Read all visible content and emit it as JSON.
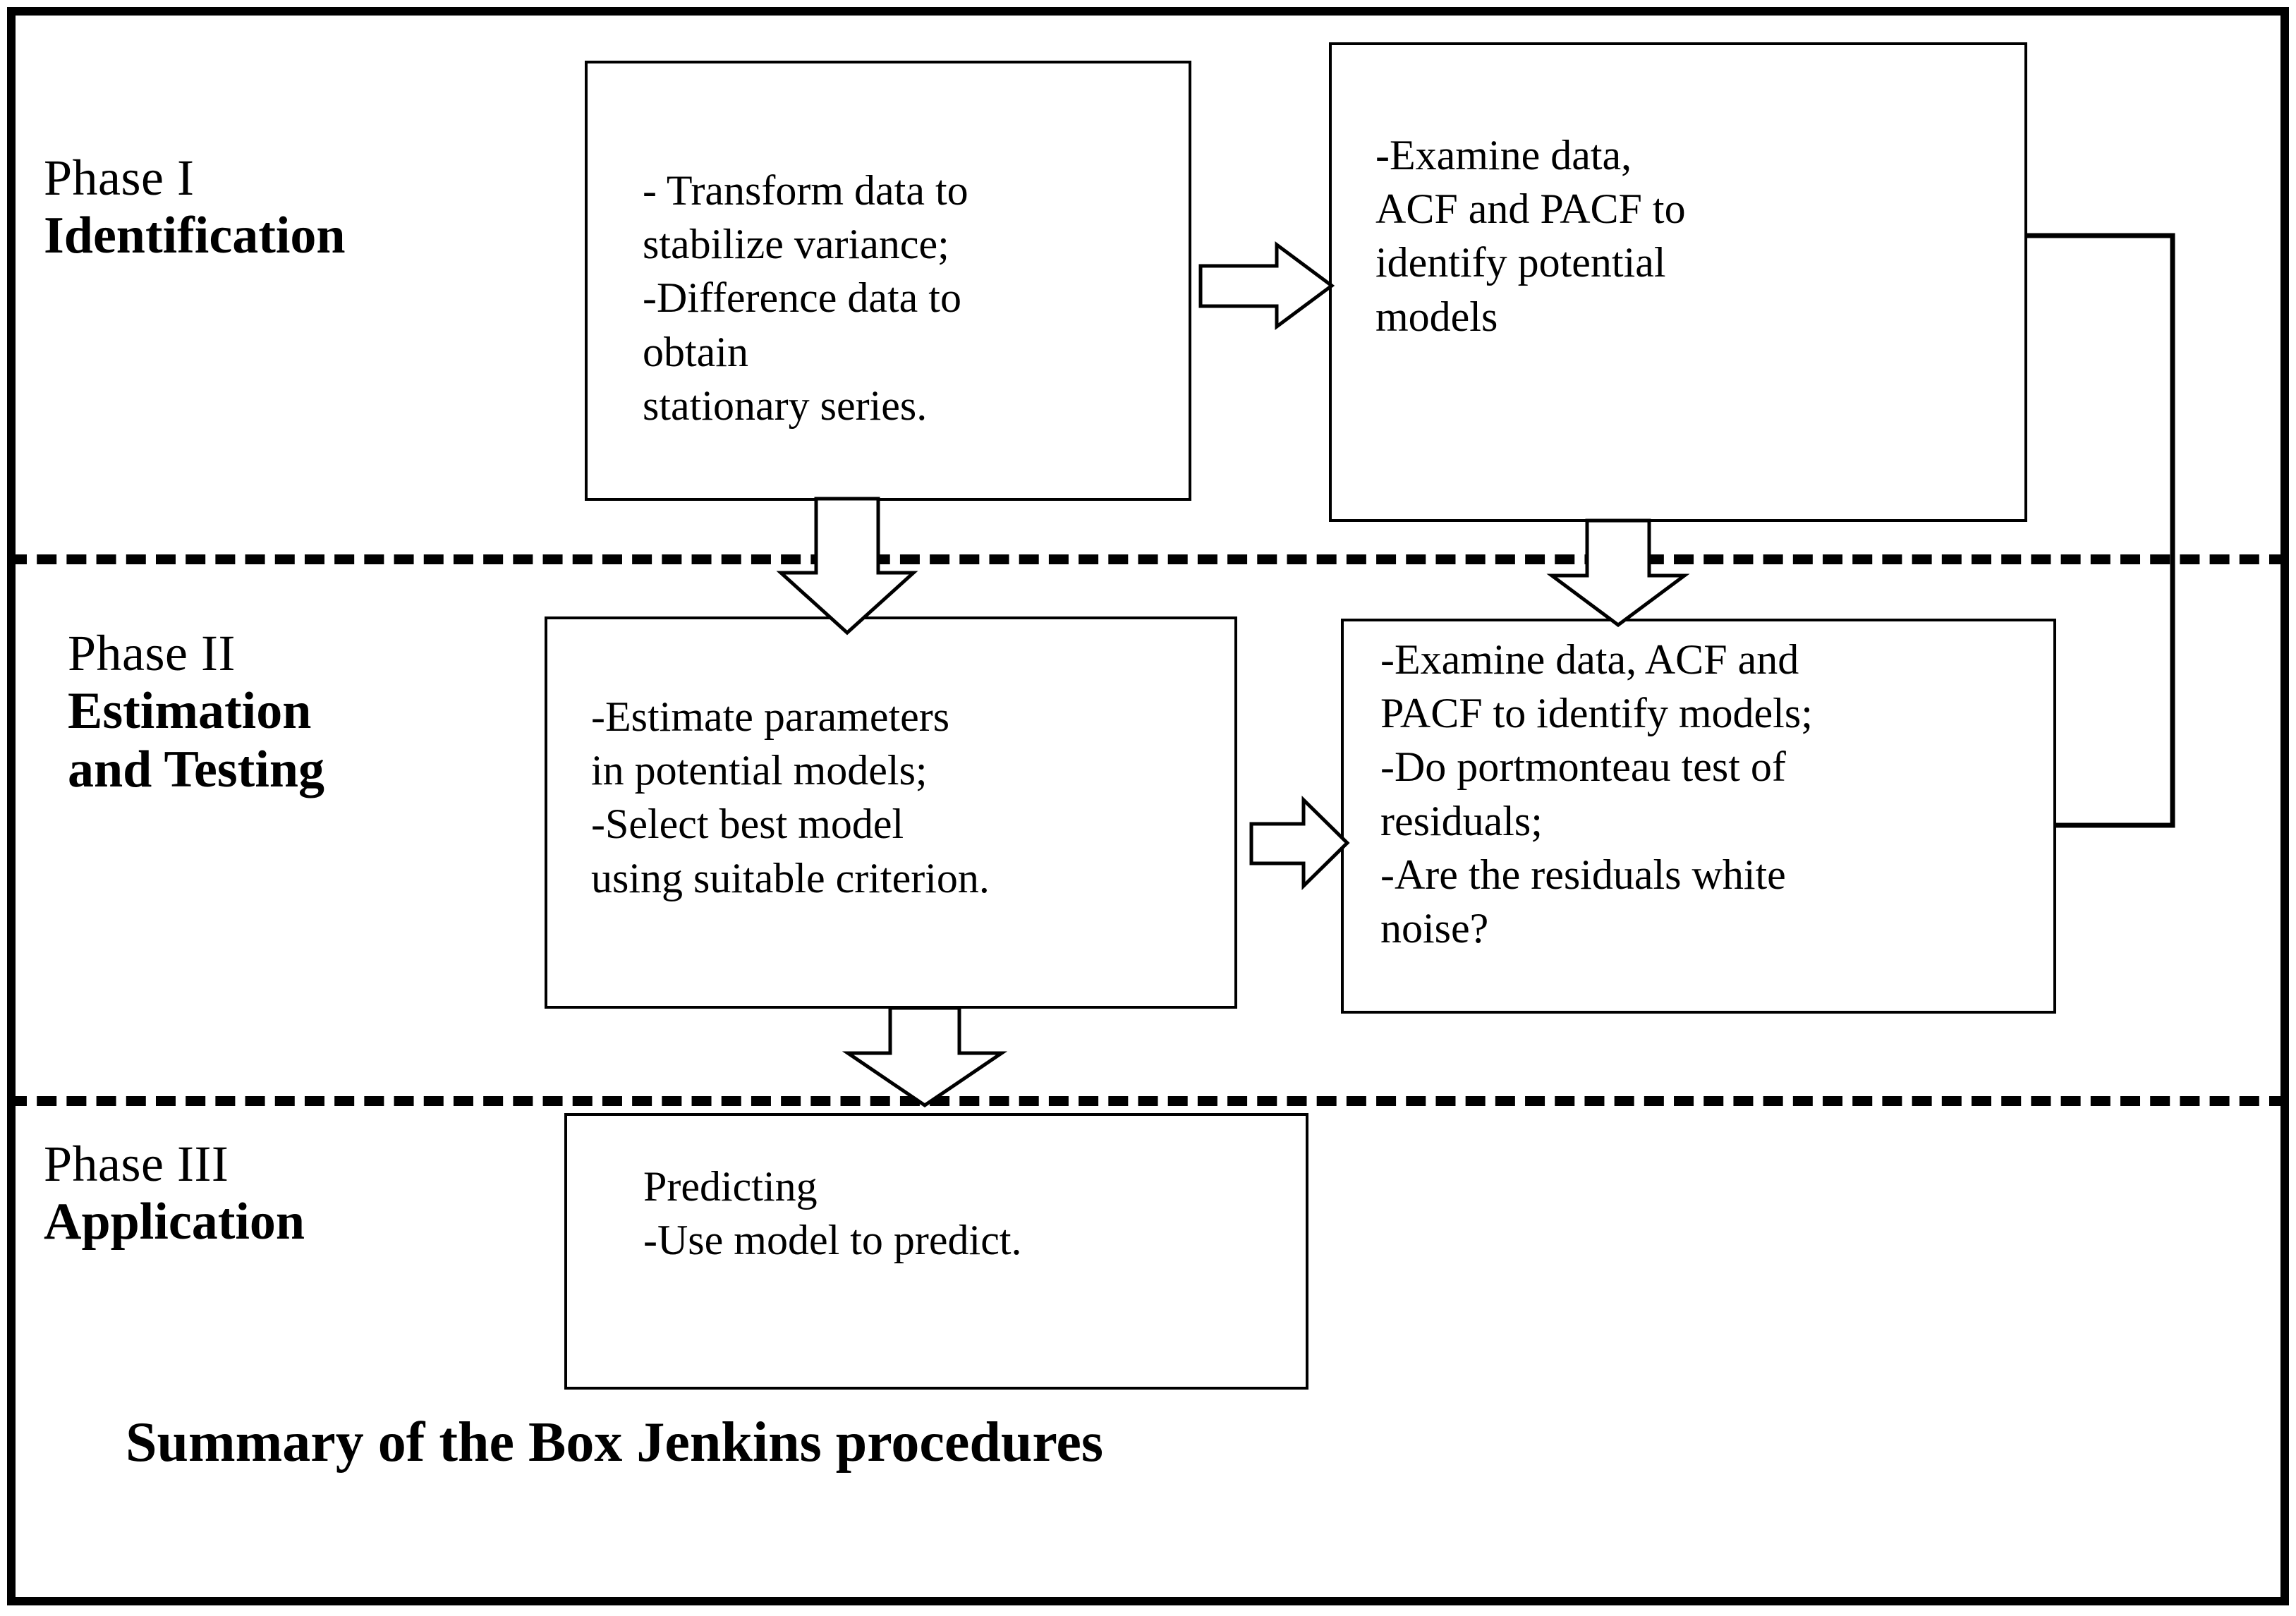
{
  "diagram": {
    "caption": "Summary of the Box Jenkins procedures",
    "phases": [
      {
        "id": "phase-1",
        "number_label": "Phase I",
        "name_label": "Identification"
      },
      {
        "id": "phase-2",
        "number_label": "Phase II",
        "name_label": "Estimation\nand Testing"
      },
      {
        "id": "phase-3",
        "number_label": "Phase III",
        "name_label": "Application"
      }
    ],
    "boxes": [
      {
        "id": "box-transform-data",
        "text": "- Transform data to\nstabilize variance;\n-Difference data to\n obtain\nstationary series."
      },
      {
        "id": "box-identify-models",
        "text": "-Examine data,\nACF and PACF to\nidentify potential\nmodels"
      },
      {
        "id": "box-estimate-parameters",
        "text": "-Estimate parameters\nin potential models;\n-Select best model\nusing suitable criterion."
      },
      {
        "id": "box-diagnostic-checking",
        "text": "-Examine data, ACF and\nPACF to identify models;\n-Do portmonteau test of\nresiduals;\n-Are the residuals white\nnoise?"
      },
      {
        "id": "box-predicting",
        "text": "Predicting\n-Use model to predict."
      }
    ],
    "arrows": [
      {
        "id": "arrow-transform-to-identify",
        "direction": "right"
      },
      {
        "id": "arrow-transform-to-estimate",
        "direction": "down"
      },
      {
        "id": "arrow-identify-to-diagnostic",
        "direction": "down"
      },
      {
        "id": "arrow-estimate-to-diagnostic",
        "direction": "right"
      },
      {
        "id": "arrow-estimate-to-predicting",
        "direction": "down"
      }
    ],
    "connectors": [
      {
        "id": "feedback-loop-identify-to-diagnostic",
        "style": "elbow-line"
      }
    ],
    "colors": {
      "stroke": "#000000",
      "background": "#ffffff"
    }
  }
}
